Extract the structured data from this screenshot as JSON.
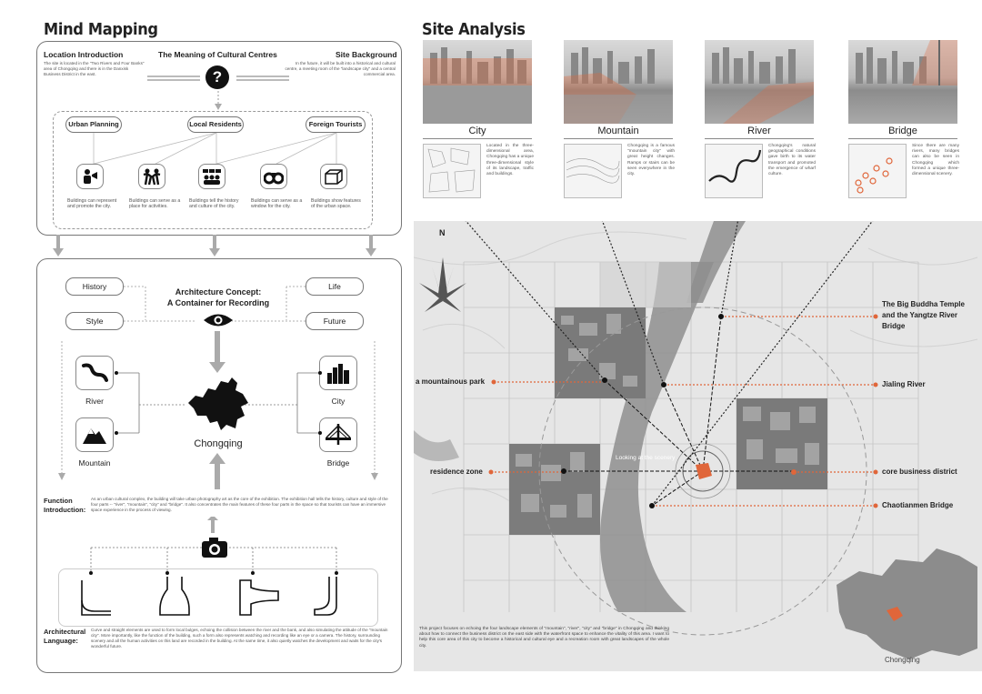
{
  "left": {
    "title": "Mind Mapping",
    "location": {
      "heading": "Location Introduction",
      "text": "The site is located in the \"Two Rivers and Four Banks\" area of Chongqing and there is in the Danxisk Business District in the east."
    },
    "meaning": {
      "heading": "The Meaning of Cultural Centres"
    },
    "background": {
      "heading": "Site Background",
      "text": "In the future, it will be built into a historical and cultural centre, a meeting room of the \"landscape city\" and a central commercial area."
    },
    "groups": [
      "Urban Planning",
      "Local Residents",
      "Foreign Tourists"
    ],
    "functions": [
      "Buildings can represent and promote the city.",
      "Buildings can serve as a place for activities.",
      "Buildings tell the history and culture of the city.",
      "Buildings can serve as a window for the city.",
      "Buildings show features of the urban space."
    ],
    "concept": {
      "line1": "Architecture Concept:",
      "line2": "A Container for Recording"
    },
    "concept_pills": [
      "History",
      "Style",
      "Life",
      "Future"
    ],
    "elements": [
      "River",
      "Mountain",
      "City",
      "Bridge"
    ],
    "center_label": "Chongqing",
    "function_intro": {
      "heading_1": "Function",
      "heading_2": "Introduction:",
      "text": "As an urban cultural complex, the building will take urban photography art as the core of the exhibition. The exhibition hall tells the history, culture and style of the four parts -- \"river\", \"mountain\", \"city\" and \"bridge\". It also concentrates the main features of these four parts in the space so that tourists can have an immersive space experience in the process of viewing."
    },
    "arch_lang": {
      "heading_1": "Architectural",
      "heading_2": "Language:",
      "text": "Curve and straight elements are used to form local bulges, echoing the collision between the river and the bank, and also simulating the attitude of the \"mountain city\". More importantly, like the function of the building, such a form also represents watching and recording like an eye or a camera. The history, surrounding scenery and all the human activities on this land are recorded in the building. At the same time, it also quietly watches the development and waits for the city's wonderful future."
    }
  },
  "right": {
    "title": "Site Analysis",
    "cards": [
      {
        "name": "City",
        "text": "Located in the three-dimensional area, Chongqing has a unique three-dimensional style of its landscape, traffic and buildings."
      },
      {
        "name": "Mountain",
        "text": "Chongqing is a famous \"mountain city\" with great height changes. Ramps or stairs can be seen everywhere in the city."
      },
      {
        "name": "River",
        "text": "Chongqing's natural geographical conditions gave birth to its water transport and promoted the emergence of wharf culture."
      },
      {
        "name": "Bridge",
        "text": "Since there are many rivers, many bridges can also be seen in Chongqing which formed a unique three-dimensional scenery."
      }
    ],
    "map": {
      "north": "N",
      "labels": {
        "temple": "The Big Buddha Temple and the Yangtze River Bridge",
        "park": "a mountainous park",
        "jialing": "Jialing River",
        "residence": "residence zone",
        "business": "core business district",
        "chaotianmen": "Chaotianmen Bridge",
        "looking": "Looking at the scenery"
      },
      "inset_label": "Chongqing",
      "bottom_text": "This project focuses on echoing the four landscape elements of \"mountain\", \"river\", \"city\" and \"bridge\" in Chongqing and thinking about how to connect the business district on the east side with the waterfront space to enhance the vitality of this area. I want to help this core area of this city to become a historical and cultural eye and a recreation room with great landscapes of the whole city."
    },
    "accent": "#e0663a"
  }
}
